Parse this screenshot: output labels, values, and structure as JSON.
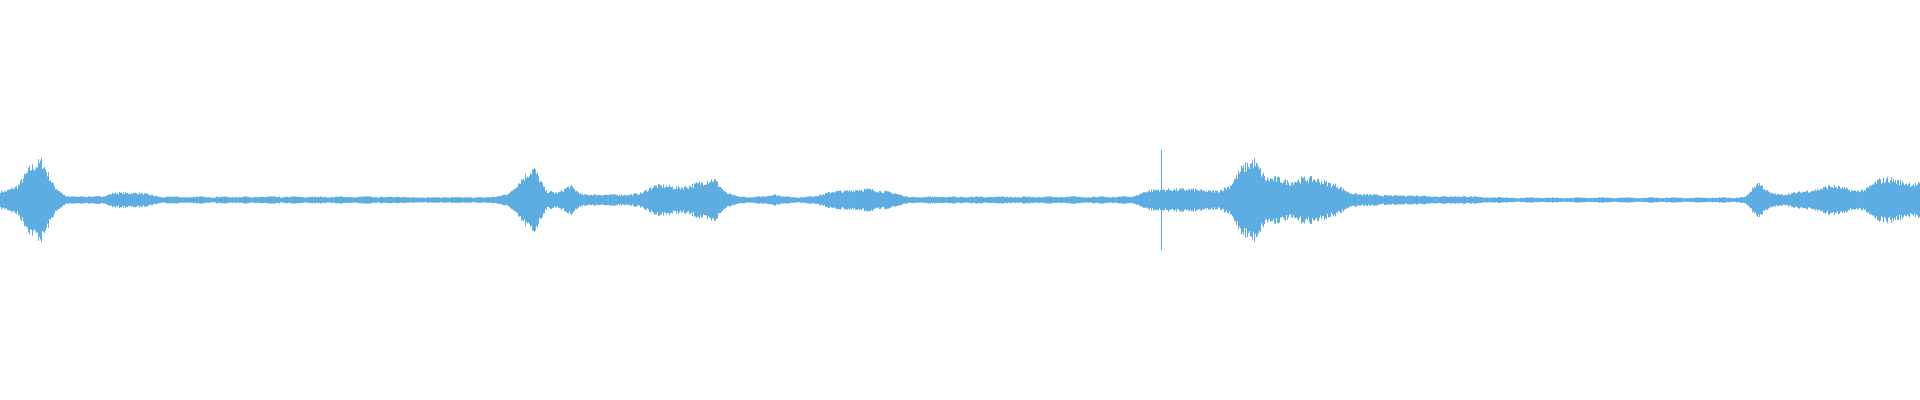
{
  "chart_data": {
    "type": "area",
    "title": "",
    "xlabel": "",
    "ylabel": "",
    "ylim": [
      -1,
      1
    ],
    "grid": false,
    "legend": "none",
    "color": "#5dade2",
    "symmetric_envelope": true,
    "amplitude_bins": [
      0.05,
      0.08,
      0.18,
      0.22,
      0.08,
      0.02,
      0.02,
      0.02,
      0.02,
      0.04,
      0.04,
      0.04,
      0.03,
      0.015,
      0.02,
      0.015,
      0.02,
      0.015,
      0.02,
      0.015,
      0.02,
      0.015,
      0.02,
      0.015,
      0.02,
      0.015,
      0.02,
      0.015,
      0.02,
      0.015,
      0.02,
      0.015,
      0.02,
      0.015,
      0.015,
      0.015,
      0.015,
      0.015,
      0.015,
      0.015,
      0.015,
      0.02,
      0.04,
      0.12,
      0.18,
      0.05,
      0.04,
      0.08,
      0.03,
      0.03,
      0.03,
      0.03,
      0.03,
      0.04,
      0.08,
      0.08,
      0.07,
      0.08,
      0.1,
      0.12,
      0.04,
      0.02,
      0.015,
      0.02,
      0.03,
      0.02,
      0.015,
      0.02,
      0.03,
      0.05,
      0.05,
      0.06,
      0.06,
      0.05,
      0.04,
      0.02,
      0.015,
      0.02,
      0.015,
      0.02,
      0.015,
      0.02,
      0.015,
      0.02,
      0.015,
      0.02,
      0.015,
      0.02,
      0.015,
      0.02,
      0.015,
      0.02,
      0.015,
      0.02,
      0.02,
      0.05,
      0.06,
      0.06,
      0.06,
      0.06,
      0.05,
      0.05,
      0.08,
      0.18,
      0.22,
      0.12,
      0.12,
      0.1,
      0.12,
      0.12,
      0.1,
      0.08,
      0.04,
      0.03,
      0.03,
      0.025,
      0.025,
      0.025,
      0.025,
      0.02,
      0.02,
      0.02,
      0.02,
      0.015,
      0.015,
      0.015,
      0.01,
      0.015,
      0.01,
      0.015,
      0.01,
      0.015,
      0.01,
      0.015,
      0.01,
      0.015,
      0.01,
      0.015,
      0.01,
      0.015,
      0.01,
      0.015,
      0.01,
      0.015,
      0.01,
      0.02,
      0.1,
      0.04,
      0.03,
      0.04,
      0.05,
      0.06,
      0.08,
      0.07,
      0.05,
      0.06,
      0.11,
      0.12,
      0.1,
      0.09
    ],
    "transients": [
      {
        "bin": 96,
        "amplitude": 0.25
      }
    ]
  }
}
